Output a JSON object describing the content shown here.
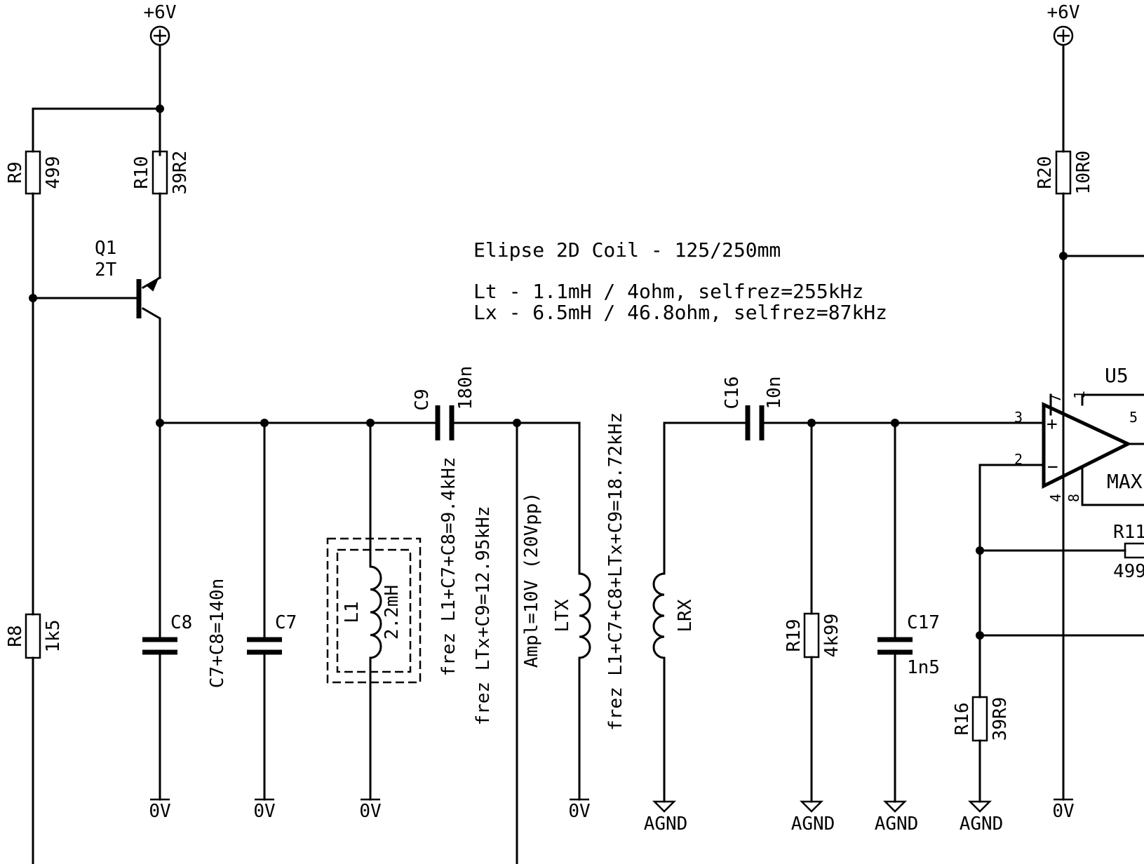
{
  "title": "Elipse 2D Coil - 125/250mm",
  "notes": [
    "Lt - 1.1mH / 4ohm, selfrez=255kHz",
    "Lx - 6.5mH / 46.8ohm, selfrez=87kHz"
  ],
  "supplies": {
    "left": "+6V",
    "right": "+6V"
  },
  "grounds": {
    "digital": "0V",
    "analog": "AGND"
  },
  "components": {
    "R9": {
      "ref": "R9",
      "value": "499"
    },
    "R10": {
      "ref": "R10",
      "value": "39R2"
    },
    "R8": {
      "ref": "R8",
      "value": "1k5"
    },
    "R20": {
      "ref": "R20",
      "value": "10R0"
    },
    "R19": {
      "ref": "R19",
      "value": "4k99"
    },
    "R16": {
      "ref": "R16",
      "value": "39R9"
    },
    "R11": {
      "ref": "R11",
      "value": "499"
    },
    "Q1": {
      "ref": "Q1",
      "value": "2T"
    },
    "C8": {
      "ref": "C8"
    },
    "C7": {
      "ref": "C7"
    },
    "C9": {
      "ref": "C9",
      "value": "180n"
    },
    "C16": {
      "ref": "C16",
      "value": "10n"
    },
    "C17": {
      "ref": "C17",
      "value": "1n5"
    },
    "L1": {
      "ref": "L1",
      "value": "2.2mH"
    },
    "LTX": {
      "ref": "LTX"
    },
    "LRX": {
      "ref": "LRX"
    },
    "U5": {
      "ref": "U5",
      "value": "MAX"
    }
  },
  "pins": {
    "p7": "7",
    "p1": "1",
    "p5": "5",
    "p3": "3",
    "p2": "2",
    "p4": "4",
    "p8": "8",
    "plus": "+",
    "minus": "−"
  },
  "annotations": {
    "c7c8": "C7+C8=140n",
    "frez_l1": "frez L1+C7+C8=9.4kHz",
    "frez_ltx": "frez LTx+C9=12.95kHz",
    "ampl": "Ampl=10V (20Vpp)",
    "frez_total": "frez L1+C7+C8+LTx+C9=18.72kHz"
  }
}
